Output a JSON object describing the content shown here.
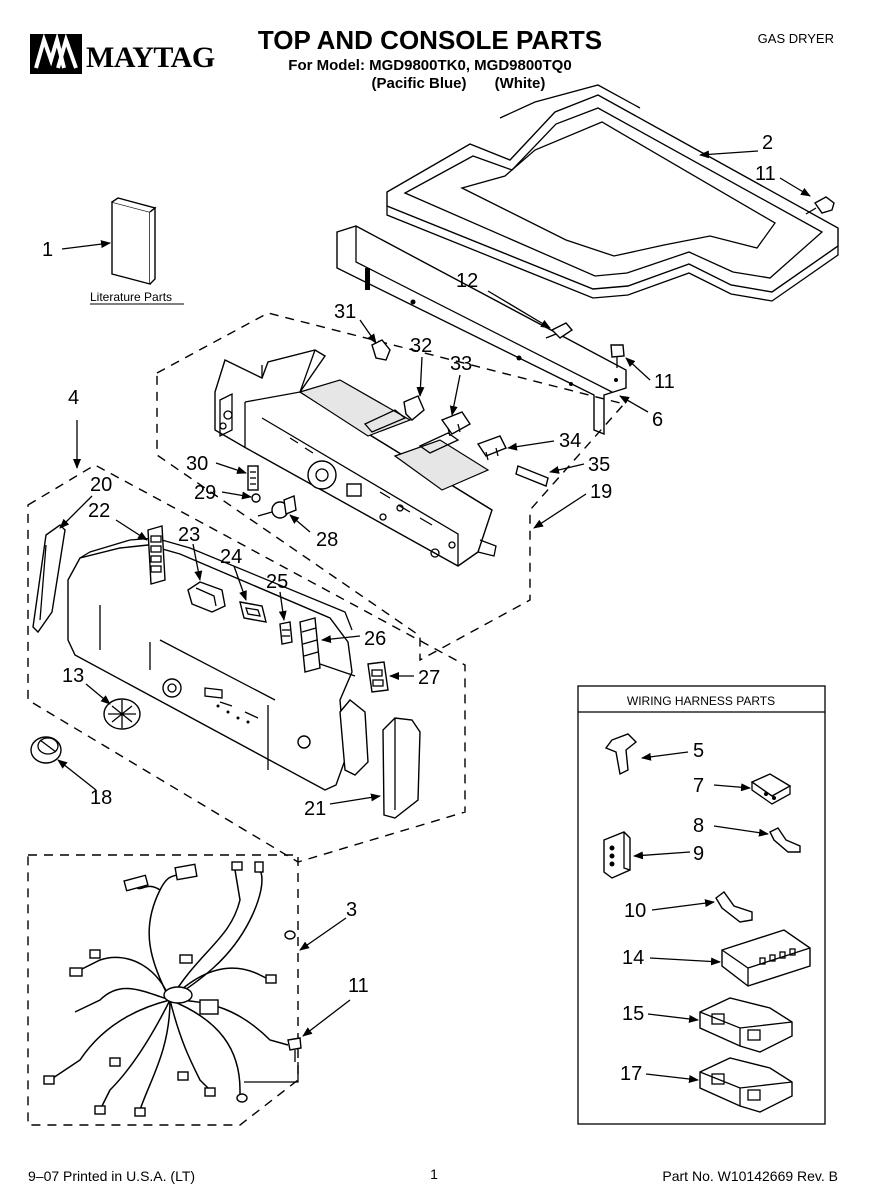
{
  "header": {
    "brand": "MAYTAG",
    "title": "TOP AND CONSOLE PARTS",
    "model_line": "For Model: MGD9800TK0, MGD9800TQ0",
    "color_1": "(Pacific Blue)",
    "color_2": "(White)",
    "product_type": "GAS DRYER"
  },
  "labels": {
    "literature": "Literature Parts",
    "wiring_box_title": "WIRING HARNESS PARTS"
  },
  "callouts": {
    "c1": "1",
    "c2": "2",
    "c3": "3",
    "c4": "4",
    "c5": "5",
    "c6": "6",
    "c7": "7",
    "c8": "8",
    "c9": "9",
    "c10": "10",
    "c11a": "11",
    "c11b": "11",
    "c11c": "11",
    "c12": "12",
    "c13": "13",
    "c14": "14",
    "c15": "15",
    "c17": "17",
    "c18": "18",
    "c19": "19",
    "c20": "20",
    "c21": "21",
    "c22": "22",
    "c23": "23",
    "c24": "24",
    "c25": "25",
    "c26": "26",
    "c27": "27",
    "c28": "28",
    "c29": "29",
    "c30": "30",
    "c31": "31",
    "c32": "32",
    "c33": "33",
    "c34": "34",
    "c35": "35"
  },
  "footer": {
    "printed": "9–07 Printed in U.S.A. (LT)",
    "page": "1",
    "part_no": "Part No. W10142669 Rev. B"
  }
}
